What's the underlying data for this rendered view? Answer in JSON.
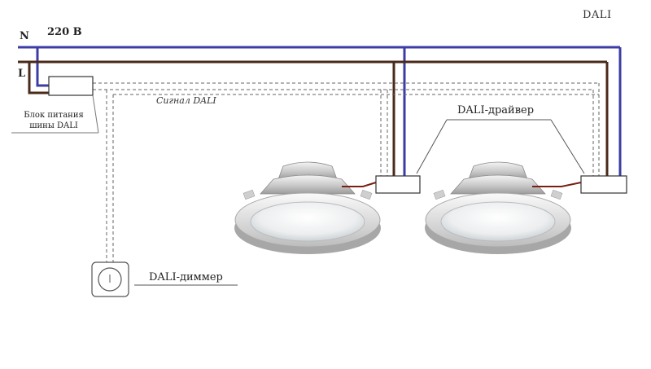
{
  "diagram": {
    "title": "DALI",
    "neutral_label": "N",
    "line_label": "L",
    "voltage_label": "220 В",
    "psu_label": "Блок питания шины  DALI",
    "signal_label": "Сигнал DALI",
    "driver_label": "DALI-драйвер",
    "dimmer_label": "DALI-диммер"
  },
  "colors": {
    "neutral_wire": "#3c3ca6",
    "line_wire": "#4a2a1a",
    "signal_wire": "#666666",
    "driver_lead": "#7a1e12"
  },
  "icons": {
    "downlight": "recessed-downlight-icon",
    "dimmer": "rotary-dimmer-icon"
  }
}
